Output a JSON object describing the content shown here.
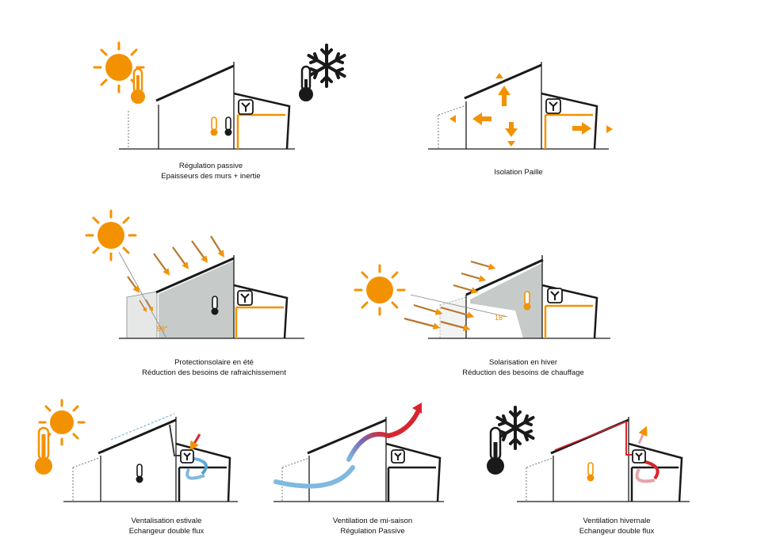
{
  "colors": {
    "orange": "#F39200",
    "dark": "#1a1a1a",
    "concrete": "#c6cbca",
    "light_gray": "#e6e8e7",
    "blue": "#7fb9df",
    "red": "#d7262d",
    "purple": "#7a66b0",
    "pink": "#e8a3a8"
  },
  "icons": [
    "sun-icon",
    "snowflake-icon",
    "thermometer-icon",
    "fan-icon",
    "arrow-icon"
  ],
  "panels": [
    {
      "id": "p1",
      "line1": "Régulation passive",
      "line2": "Epaisseurs des murs + inertie"
    },
    {
      "id": "p2",
      "line1": "Isolation Paille",
      "line2": ""
    },
    {
      "id": "p3",
      "line1": "Protectionsolaire en été",
      "line2": "Réduction des besoins de rafraichissement",
      "angle_label": "58°"
    },
    {
      "id": "p4",
      "line1": "Solarisation en hiver",
      "line2": "Réduction des besoins de chauffage",
      "angle_label": "18°"
    },
    {
      "id": "p5",
      "line1": "Ventalisation estivale",
      "line2": "Echangeur double flux"
    },
    {
      "id": "p6",
      "line1": "Ventilation de mi-saison",
      "line2": "Régulation Passive"
    },
    {
      "id": "p7",
      "line1": "Ventilation hivernale",
      "line2": "Echangeur double flux"
    }
  ]
}
